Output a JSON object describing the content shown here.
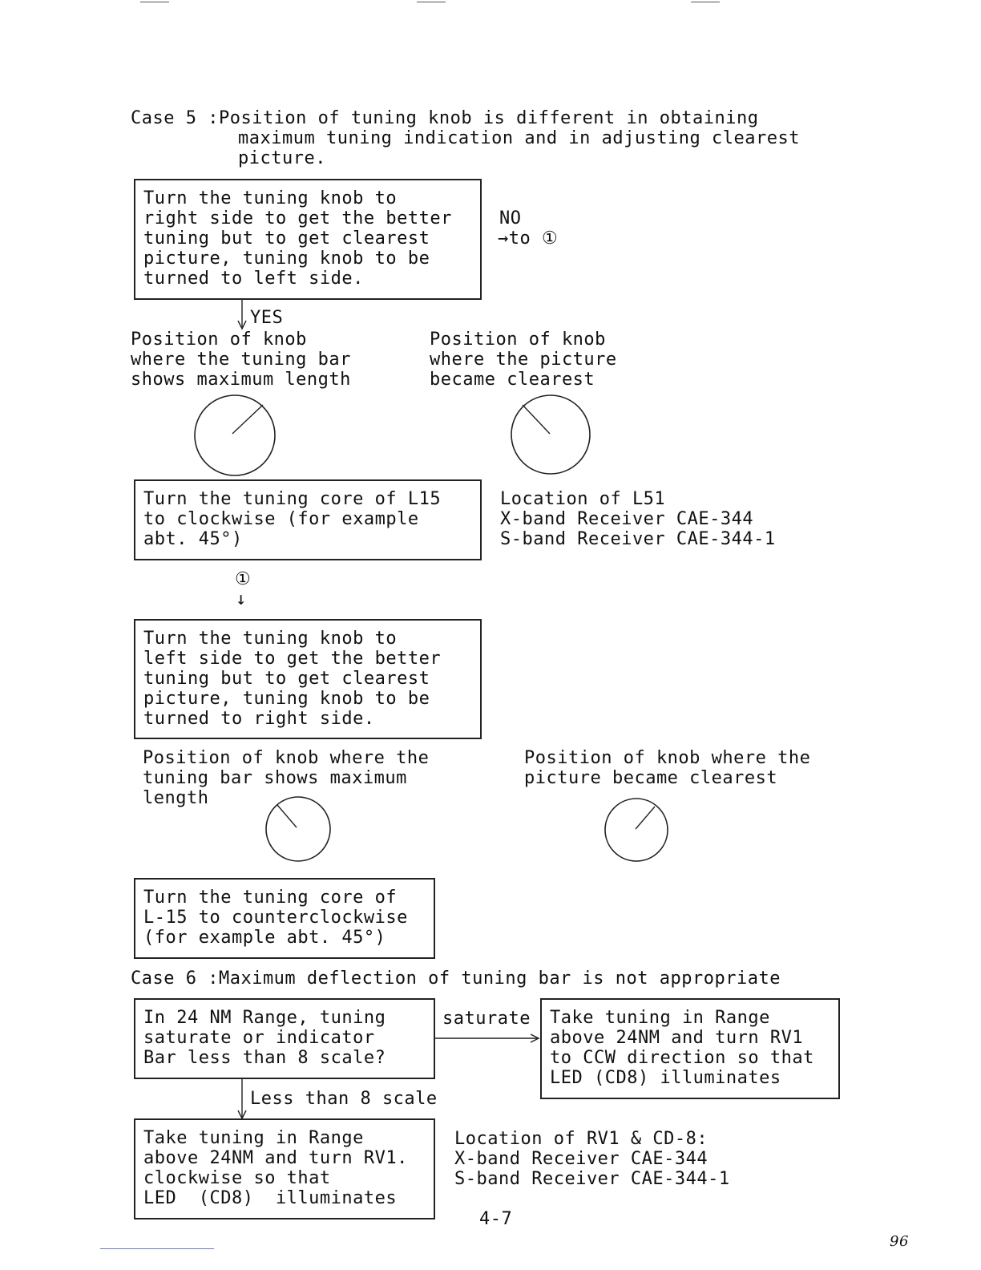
{
  "case5": {
    "heading": "Case 5 :Position of tuning knob is different in obtaining",
    "heading_cont": [
      "maximum tuning indication and in adjusting clearest",
      "picture."
    ],
    "box1": [
      "Turn the tuning knob to",
      "right side to get the better",
      "tuning but to get clearest",
      "picture, tuning knob to be",
      "turned to left side."
    ],
    "no_label": "NO",
    "no_target": "→to ①",
    "yes_label": "YES",
    "pos_max_1": [
      "Position of knob",
      "where the tuning bar",
      "shows maximum length"
    ],
    "pos_clear_1": [
      "Position of knob",
      "where the picture",
      "became clearest"
    ],
    "box2": [
      "Turn the tuning core of L15",
      "to clockwise (for example",
      "abt. 45°)"
    ],
    "location_l51": [
      "Location of L51",
      "X-band Receiver CAE-344",
      "S-band Receiver CAE-344-1"
    ],
    "marker": "①",
    "down_arrow": "↓",
    "box3": [
      "Turn the tuning knob to",
      "left side to get the better",
      "tuning but to get clearest",
      "picture, tuning knob to be",
      "turned to right side."
    ],
    "pos_max_2": [
      "Position of knob where the",
      "tuning bar shows maximum",
      "length"
    ],
    "pos_clear_2": [
      "Position of knob where the",
      "picture became clearest"
    ],
    "box4": [
      "Turn the tuning core of",
      "L-15 to counterclockwise",
      "(for example abt. 45°)"
    ]
  },
  "case6": {
    "heading": "Case 6 :Maximum deflection of tuning bar is not appropriate",
    "box1": [
      "In 24 NM Range, tuning",
      "saturate or indicator",
      "Bar less than 8 scale?"
    ],
    "saturate_label": "saturate",
    "box_right": [
      "Take tuning in Range",
      "above 24NM and turn RV1",
      "to CCW direction so that",
      "LED (CD8) illuminates"
    ],
    "less_label": "Less than 8 scale",
    "box_bottom": [
      "Take tuning in Range",
      "above 24NM and turn RV1.",
      "clockwise so that",
      "LED  (CD8)  illuminates"
    ],
    "location_rv1": [
      "Location of RV1 & CD-8:",
      "X-band Receiver CAE-344",
      "S-band Receiver CAE-344-1"
    ]
  },
  "page_number": "4-7",
  "handwritten_number": "96"
}
